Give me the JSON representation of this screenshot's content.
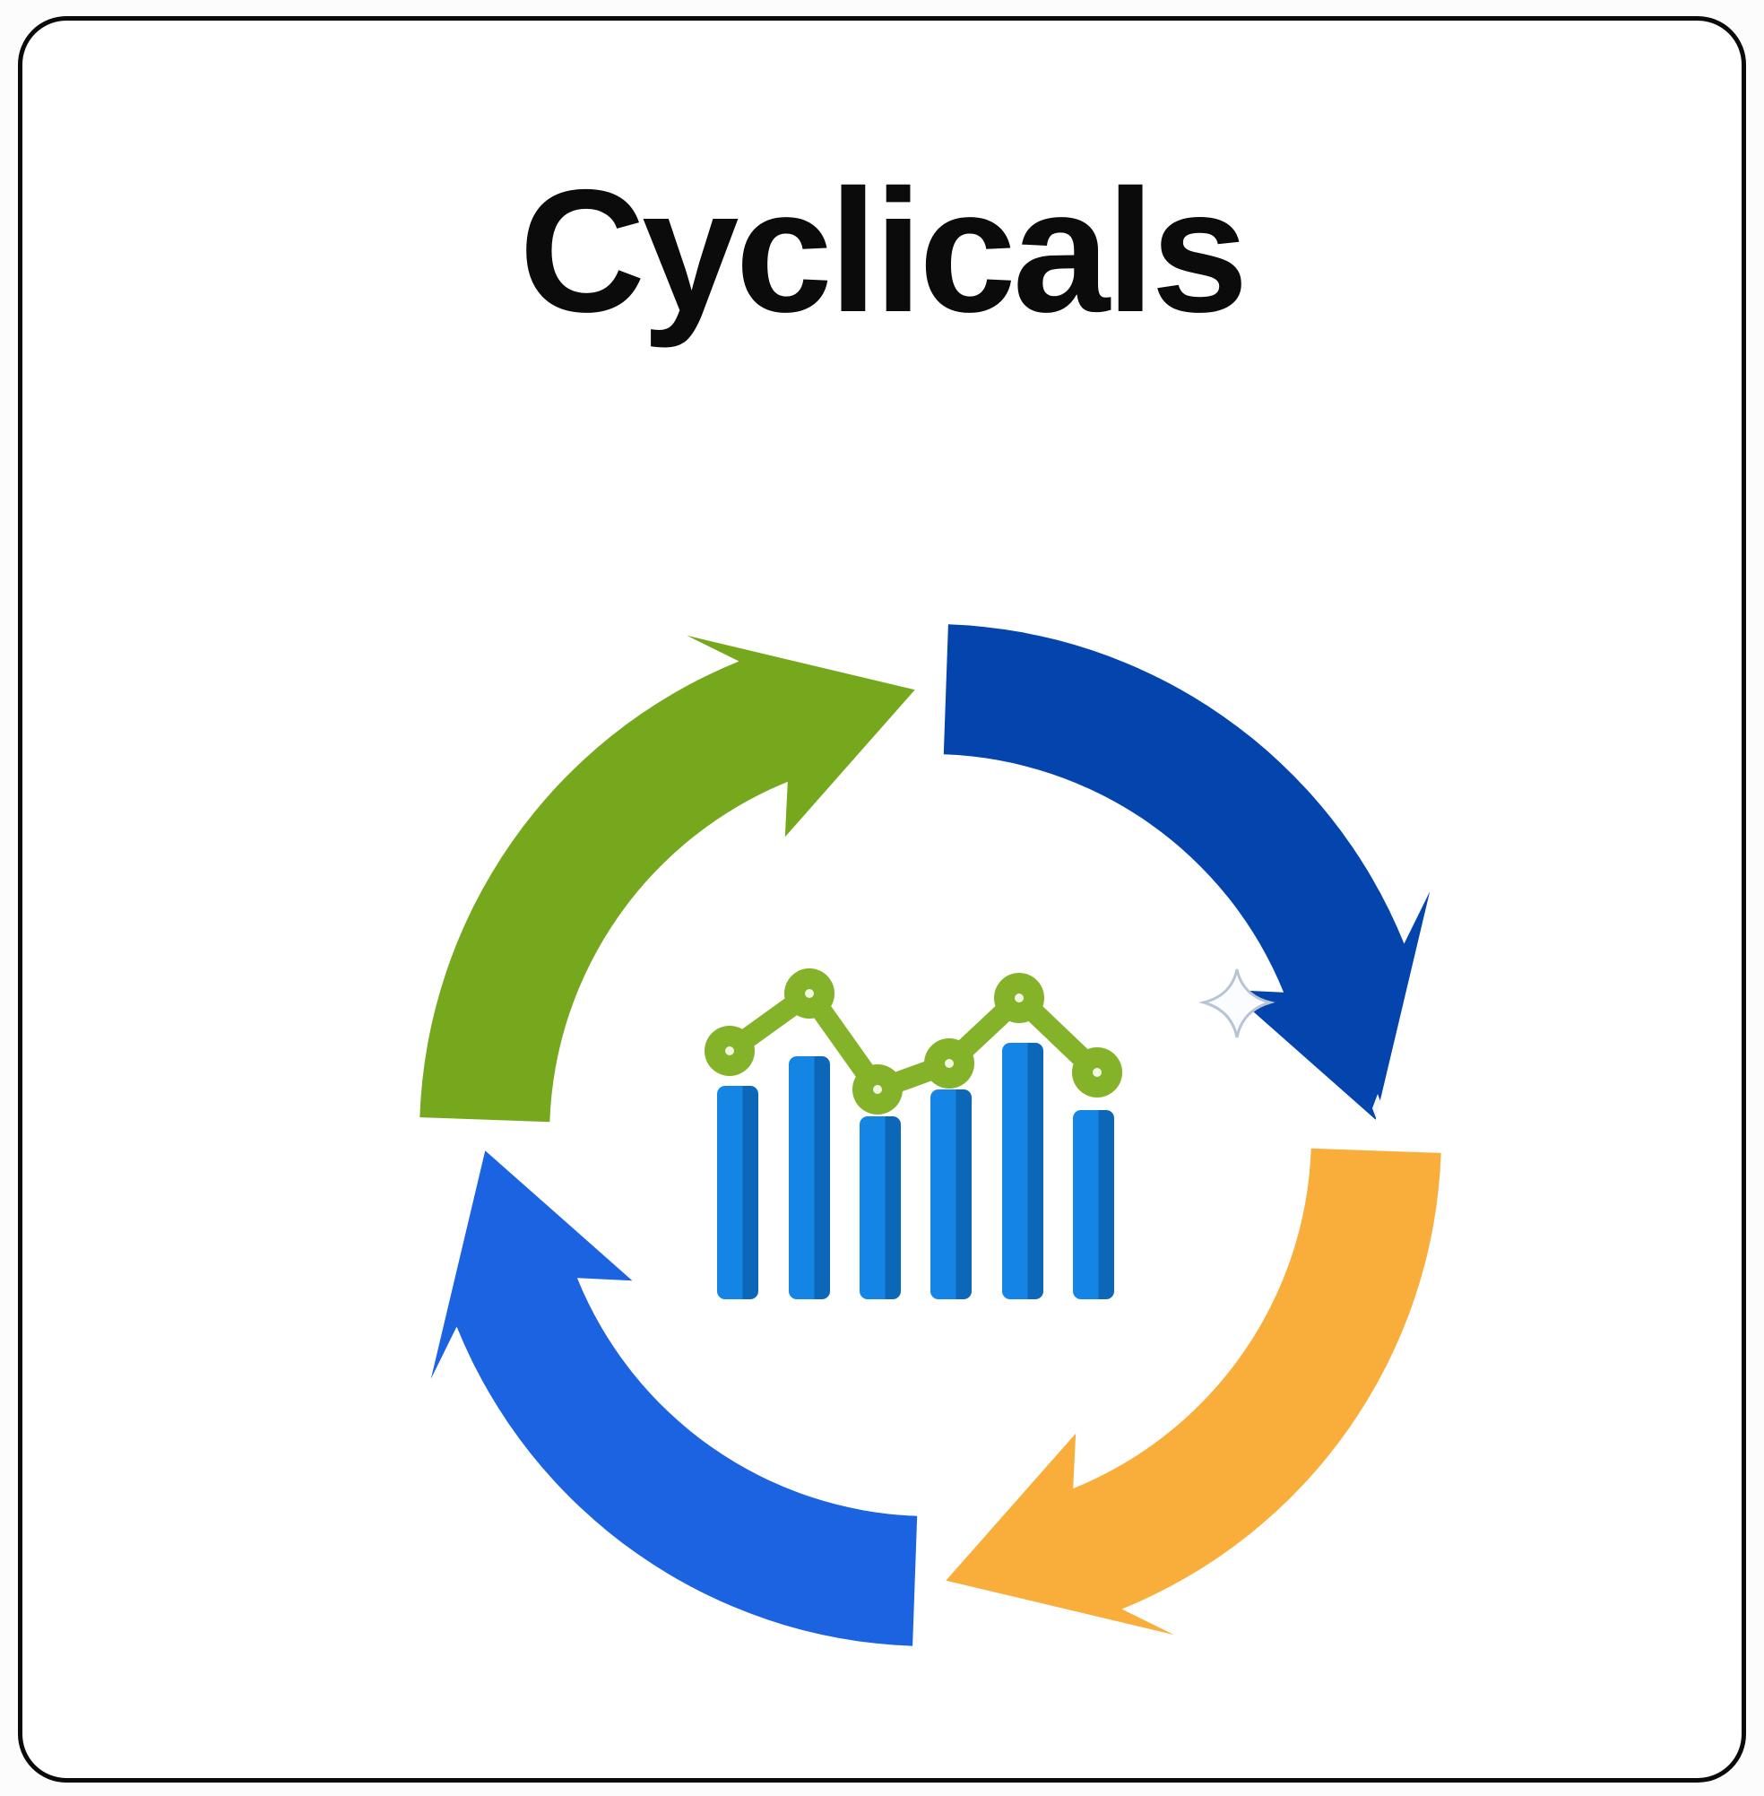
{
  "card": {
    "title": "Cyclicals",
    "background": "#ffffff",
    "border_color": "#0a0a0a"
  },
  "cycle": {
    "direction": "clockwise",
    "arrow_count": 4,
    "arrows": [
      {
        "position": "top-left",
        "color": "#76a81e"
      },
      {
        "position": "top-right",
        "color": "#0445ad"
      },
      {
        "position": "bottom-right",
        "color": "#f9ae3b"
      },
      {
        "position": "bottom-left",
        "color": "#1b63e0"
      }
    ]
  },
  "center_icon": {
    "type": "bar-and-line-chart",
    "bar_color": "#1485e5",
    "bar_shade_color": "#0c67b8",
    "line_color": "#84b229",
    "node_dot_color": "#f2f8e0",
    "bar_baseline": 833,
    "bar_heights": [
      238,
      271,
      204,
      234,
      286,
      211
    ],
    "line_points": [
      [
        426,
        556
      ],
      [
        515,
        492
      ],
      [
        591,
        599
      ],
      [
        671,
        570
      ],
      [
        749,
        497
      ],
      [
        836,
        580
      ]
    ]
  },
  "artifacts": {
    "sparkle": "cursor-sparkle"
  }
}
